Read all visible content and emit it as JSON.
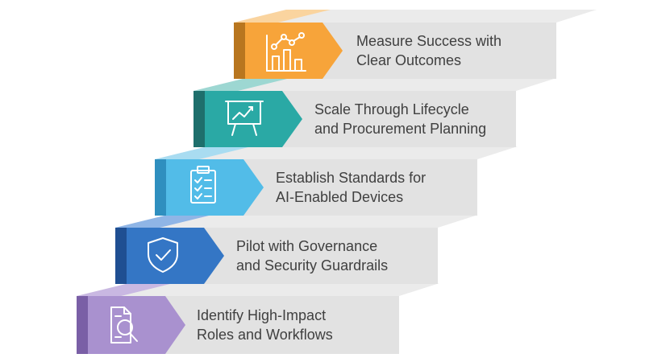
{
  "steps": [
    {
      "line1": "Identify High-Impact",
      "line2": "Roles and Workflows",
      "icon": "document-search-icon",
      "color": "#9a7fc0"
    },
    {
      "line1": "Pilot with Governance",
      "line2": "and Security Guardrails",
      "icon": "shield-check-icon",
      "color": "#2f73c2"
    },
    {
      "line1": "Establish Standards for",
      "line2": "AI-Enabled Devices",
      "icon": "clipboard-checklist-icon",
      "color": "#4db6e3"
    },
    {
      "line1": "Scale Through Lifecycle",
      "line2": "and Procurement Planning",
      "icon": "presentation-chart-icon",
      "color": "#2aa8a4"
    },
    {
      "line1": "Measure Success with",
      "line2": "Clear Outcomes",
      "icon": "analytics-chart-icon",
      "color": "#f7a43a"
    }
  ]
}
